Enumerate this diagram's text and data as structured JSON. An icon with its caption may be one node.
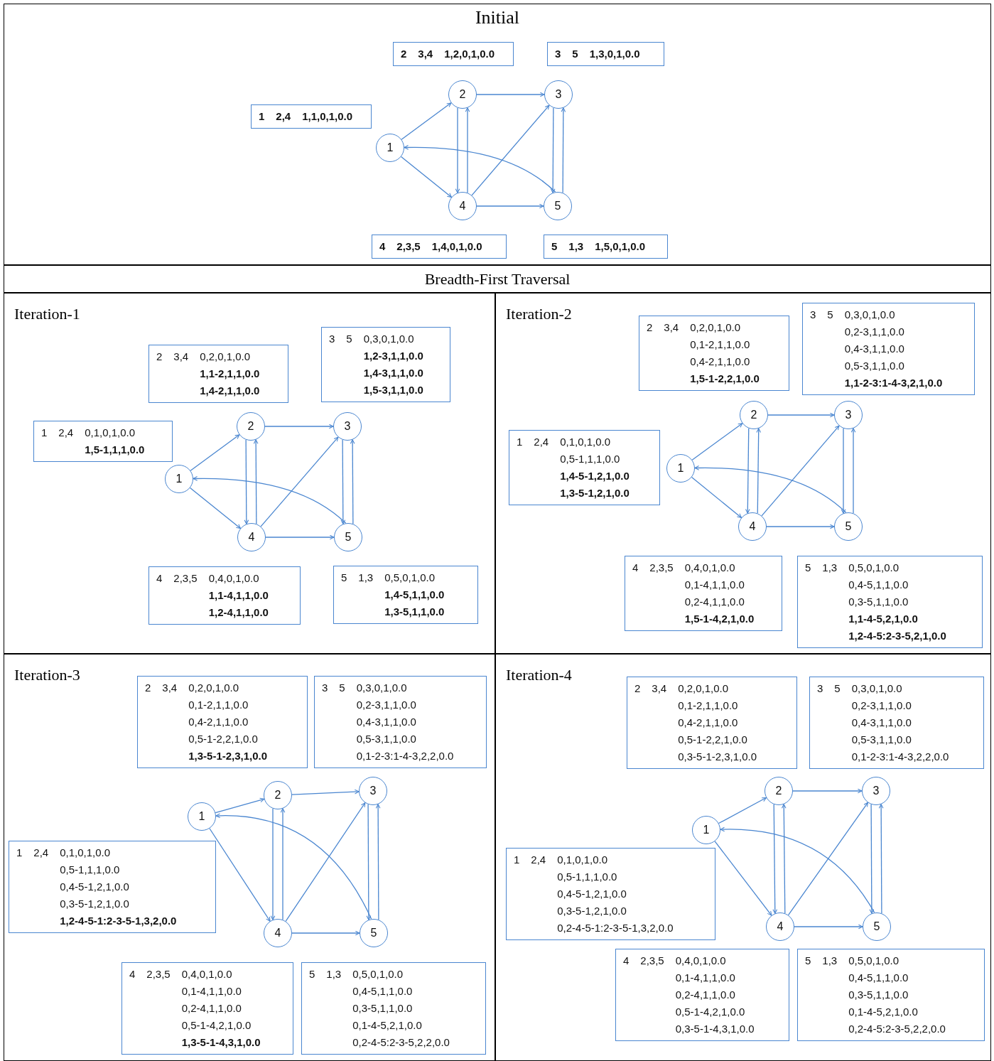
{
  "diagram": {
    "nodes": [
      {
        "text": [
          "Initial"
        ]
      },
      {
        "text": [
          "**2**",
          "**3,4**",
          "**1,2,0,1,0.0**"
        ],
        "in": 0
      },
      {
        "text": [
          "**3**",
          "**5**",
          "**1,3,0,1,0.0**"
        ],
        "in": 0
      },
      {
        "text": [
          "**1**",
          "**2,4**",
          "**1,1,0,1,0.0**"
        ],
        "in": 0
      },
      {
        "text": [
          "**4**",
          "**2,3,5**",
          "**1,4,0,1,0.0**"
        ],
        "in": 0
      },
      {
        "text": [
          "**5**",
          "**1,3**",
          "**1,5,0,1,0.0**"
        ],
        "in": 0
      },
      {
        "text": [
          "1"
        ],
        "in": 0
      },
      {
        "text": [
          "2"
        ],
        "in": 0
      },
      {
        "text": [
          "3"
        ],
        "in": 0
      },
      {
        "text": [
          "4"
        ],
        "in": 0
      },
      {
        "text": [
          "5"
        ],
        "in": 0
      },
      {
        "text": [
          "Breadth-First Traversal"
        ]
      },
      {
        "text": [
          "Iteration-1"
        ]
      },
      {
        "text": [
          "2",
          "3,4",
          "0,2,0,1,0.0",
          "**1,1-2,1,1,0.0**",
          "**1,4-2,1,1,0.0**"
        ],
        "in": 12
      },
      {
        "text": [
          "3",
          "5",
          "0,3,0,1,0.0",
          "**1,2-3,1,1,0.0**",
          "**1,4-3,1,1,0.0**",
          "**1,5-3,1,1,0.0**"
        ],
        "in": 12
      },
      {
        "text": [
          "1",
          "2,4",
          "0,1,0,1,0.0",
          "**1,5-1,1,1,0.0**"
        ],
        "in": 12
      },
      {
        "text": [
          "4",
          "2,3,5",
          "0,4,0,1,0.0",
          "**1,1-4,1,1,0.0**",
          "**1,2-4,1,1,0.0**"
        ],
        "in": 12
      },
      {
        "text": [
          "5",
          "1,3",
          "0,5,0,1,0.0",
          "**1,4-5,1,1,0.0**",
          "**1,3-5,1,1,0.0**"
        ],
        "in": 12
      },
      {
        "text": [
          "1"
        ],
        "in": 12
      },
      {
        "text": [
          "2"
        ],
        "in": 12
      },
      {
        "text": [
          "3"
        ],
        "in": 12
      },
      {
        "text": [
          "4"
        ],
        "in": 12
      },
      {
        "text": [
          "5"
        ],
        "in": 12
      },
      {
        "text": [
          "Iteration-2"
        ]
      },
      {
        "text": [
          "2",
          "3,4",
          "0,2,0,1,0.0",
          "0,1-2,1,1,0.0",
          "0,4-2,1,1,0.0",
          "**1,5-1-2,2,1,0.0**"
        ],
        "in": 23
      },
      {
        "text": [
          "3",
          "5",
          "0,3,0,1,0.0",
          "0,2-3,1,1,0.0",
          "0,4-3,1,1,0.0",
          "0,5-3,1,1,0.0",
          "**1,1-2-3:1-4-3,2,1,0.0**"
        ],
        "in": 23
      },
      {
        "text": [
          "1",
          "2,4",
          "0,1,0,1,0.0",
          "0,5-1,1,1,0.0",
          "**1,4-5-1,2,1,0.0**",
          "**1,3-5-1,2,1,0.0**"
        ],
        "in": 23
      },
      {
        "text": [
          "4",
          "2,3,5",
          "0,4,0,1,0.0",
          "0,1-4,1,1,0.0",
          "0,2-4,1,1,0.0",
          "**1,5-1-4,2,1,0.0**"
        ],
        "in": 23
      },
      {
        "text": [
          "5",
          "1,3",
          "0,5,0,1,0.0",
          "0,4-5,1,1,0.0",
          "0,3-5,1,1,0.0",
          "**1,1-4-5,2,1,0.0**",
          "**1,2-4-5:2-3-5,2,1,0.0**"
        ],
        "in": 23
      },
      {
        "text": [
          "1"
        ],
        "in": 23
      },
      {
        "text": [
          "2"
        ],
        "in": 23
      },
      {
        "text": [
          "3"
        ],
        "in": 23
      },
      {
        "text": [
          "4"
        ],
        "in": 23
      },
      {
        "text": [
          "5"
        ],
        "in": 23
      },
      {
        "text": [
          "Iteration-3"
        ]
      },
      {
        "text": [
          "2",
          "3,4",
          "0,2,0,1,0.0",
          "0,1-2,1,1,0.0",
          "0,4-2,1,1,0.0",
          "0,5-1-2,2,1,0.0",
          "**1,3-5-1-2,3,1,0.0**"
        ],
        "in": 34
      },
      {
        "text": [
          "3",
          "5",
          "0,3,0,1,0.0",
          "0,2-3,1,1,0.0",
          "0,4-3,1,1,0.0",
          "0,5-3,1,1,0.0",
          "0,1-2-3:1-4-3,2,2,0.0"
        ],
        "in": 34
      },
      {
        "text": [
          "1",
          "2,4",
          "0,1,0,1,0.0",
          "0,5-1,1,1,0.0",
          "0,4-5-1,2,1,0.0",
          "0,3-5-1,2,1,0.0",
          "**1,2-4-5-1:2-3-5-1,3,2,0.0**"
        ],
        "in": 34
      },
      {
        "text": [
          "4",
          "2,3,5",
          "0,4,0,1,0.0",
          "0,1-4,1,1,0.0",
          "0,2-4,1,1,0.0",
          "0,5-1-4,2,1,0.0",
          "**1,3-5-1-4,3,1,0.0**"
        ],
        "in": 34
      },
      {
        "text": [
          "5",
          "1,3",
          "0,5,0,1,0.0",
          "0,4-5,1,1,0.0",
          "0,3-5,1,1,0.0",
          "0,1-4-5,2,1,0.0",
          "0,2-4-5:2-3-5,2,2,0.0"
        ],
        "in": 34
      },
      {
        "text": [
          "1"
        ],
        "in": 34
      },
      {
        "text": [
          "2"
        ],
        "in": 34
      },
      {
        "text": [
          "3"
        ],
        "in": 34
      },
      {
        "text": [
          "4"
        ],
        "in": 34
      },
      {
        "text": [
          "5"
        ],
        "in": 34
      },
      {
        "text": [
          "Iteration-4"
        ]
      },
      {
        "text": [
          "2",
          "3,4",
          "0,2,0,1,0.0",
          "0,1-2,1,1,0.0",
          "0,4-2,1,1,0.0",
          "0,5-1-2,2,1,0.0",
          "0,3-5-1-2,3,1,0.0"
        ],
        "in": 45
      },
      {
        "text": [
          "3",
          "5",
          "0,3,0,1,0.0",
          "0,2-3,1,1,0.0",
          "0,4-3,1,1,0.0",
          "0,5-3,1,1,0.0",
          "0,1-2-3:1-4-3,2,2,0.0"
        ],
        "in": 45
      },
      {
        "text": [
          "1",
          "2,4",
          "0,1,0,1,0.0",
          "0,5-1,1,1,0.0",
          "0,4-5-1,2,1,0.0",
          "0,3-5-1,2,1,0.0",
          "0,2-4-5-1:2-3-5-1,3,2,0.0"
        ],
        "in": 45
      },
      {
        "text": [
          "4",
          "2,3,5",
          "0,4,0,1,0.0",
          "0,1-4,1,1,0.0",
          "0,2-4,1,1,0.0",
          "0,5-1-4,2,1,0.0",
          "0,3-5-1-4,3,1,0.0"
        ],
        "in": 45
      },
      {
        "text": [
          "5",
          "1,3",
          "0,5,0,1,0.0",
          "0,4-5,1,1,0.0",
          "0,3-5,1,1,0.0",
          "0,1-4-5,2,1,0.0",
          "0,2-4-5:2-3-5,2,2,0.0"
        ],
        "in": 45
      },
      {
        "text": [
          "1"
        ],
        "in": 45
      },
      {
        "text": [
          "2"
        ],
        "in": 45
      },
      {
        "text": [
          "3"
        ],
        "in": 45
      },
      {
        "text": [
          "4"
        ],
        "in": 45
      },
      {
        "text": [
          "5"
        ],
        "in": 45
      }
    ],
    "edges": [
      {
        "from": 6,
        "to": 7,
        "arrow": "to"
      },
      {
        "from": 6,
        "to": 9,
        "arrow": "to"
      },
      {
        "from": 7,
        "to": 8,
        "arrow": "to"
      },
      {
        "from": 7,
        "to": 9,
        "arrow": "to"
      },
      {
        "from": 9,
        "to": 7,
        "arrow": "to"
      },
      {
        "from": 9,
        "to": 8,
        "arrow": "to"
      },
      {
        "from": 9,
        "to": 10,
        "arrow": "to"
      },
      {
        "from": 8,
        "to": 10,
        "arrow": "to"
      },
      {
        "from": 10,
        "to": 8,
        "arrow": "to"
      },
      {
        "from": 10,
        "to": 6,
        "arrow": "to"
      },
      {
        "from": 18,
        "to": 19,
        "arrow": "to"
      },
      {
        "from": 18,
        "to": 21,
        "arrow": "to"
      },
      {
        "from": 19,
        "to": 20,
        "arrow": "to"
      },
      {
        "from": 19,
        "to": 21,
        "arrow": "to"
      },
      {
        "from": 21,
        "to": 19,
        "arrow": "to"
      },
      {
        "from": 21,
        "to": 20,
        "arrow": "to"
      },
      {
        "from": 21,
        "to": 22,
        "arrow": "to"
      },
      {
        "from": 20,
        "to": 22,
        "arrow": "to"
      },
      {
        "from": 22,
        "to": 20,
        "arrow": "to"
      },
      {
        "from": 22,
        "to": 18,
        "arrow": "to"
      },
      {
        "from": 29,
        "to": 30,
        "arrow": "to"
      },
      {
        "from": 29,
        "to": 32,
        "arrow": "to"
      },
      {
        "from": 30,
        "to": 31,
        "arrow": "to"
      },
      {
        "from": 30,
        "to": 32,
        "arrow": "to"
      },
      {
        "from": 32,
        "to": 30,
        "arrow": "to"
      },
      {
        "from": 32,
        "to": 31,
        "arrow": "to"
      },
      {
        "from": 32,
        "to": 33,
        "arrow": "to"
      },
      {
        "from": 31,
        "to": 33,
        "arrow": "to"
      },
      {
        "from": 33,
        "to": 31,
        "arrow": "to"
      },
      {
        "from": 33,
        "to": 29,
        "arrow": "to"
      },
      {
        "from": 40,
        "to": 41,
        "arrow": "to"
      },
      {
        "from": 40,
        "to": 43,
        "arrow": "to"
      },
      {
        "from": 41,
        "to": 42,
        "arrow": "to"
      },
      {
        "from": 41,
        "to": 43,
        "arrow": "to"
      },
      {
        "from": 43,
        "to": 41,
        "arrow": "to"
      },
      {
        "from": 43,
        "to": 42,
        "arrow": "to"
      },
      {
        "from": 43,
        "to": 44,
        "arrow": "to"
      },
      {
        "from": 42,
        "to": 44,
        "arrow": "to"
      },
      {
        "from": 44,
        "to": 42,
        "arrow": "to"
      },
      {
        "from": 44,
        "to": 40,
        "arrow": "to"
      },
      {
        "from": 51,
        "to": 52,
        "arrow": "to"
      },
      {
        "from": 51,
        "to": 54,
        "arrow": "to"
      },
      {
        "from": 52,
        "to": 53,
        "arrow": "to"
      },
      {
        "from": 52,
        "to": 54,
        "arrow": "to"
      },
      {
        "from": 54,
        "to": 52,
        "arrow": "to"
      },
      {
        "from": 54,
        "to": 53,
        "arrow": "to"
      },
      {
        "from": 54,
        "to": 55,
        "arrow": "to"
      },
      {
        "from": 53,
        "to": 55,
        "arrow": "to"
      },
      {
        "from": 55,
        "to": 53,
        "arrow": "to"
      },
      {
        "from": 55,
        "to": 51,
        "arrow": "to"
      }
    ]
  }
}
